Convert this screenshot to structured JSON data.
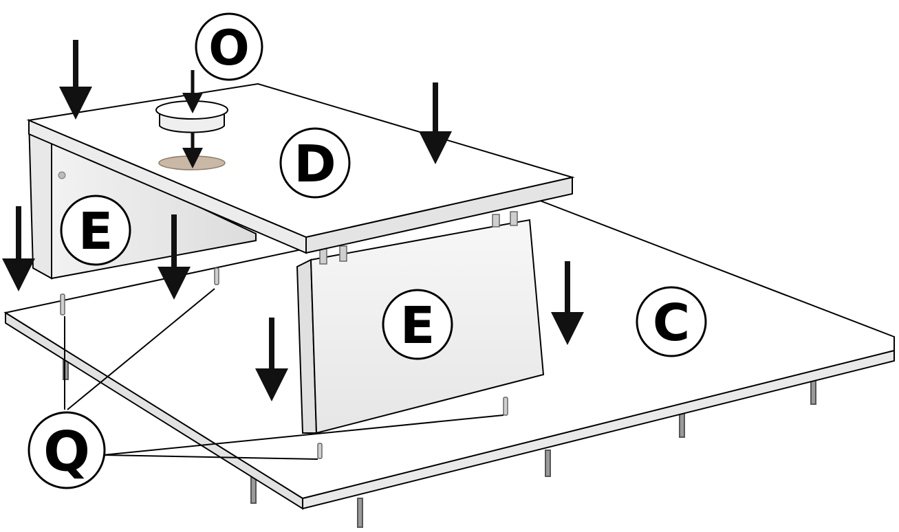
{
  "labels": {
    "O": "O",
    "D": "D",
    "E_left": "E",
    "E_front": "E",
    "C": "C",
    "Q": "Q"
  },
  "colors": {
    "panel": "#ffffff",
    "panel_edge": "#e4e4e4",
    "outline": "#000000",
    "arrow": "#111111",
    "shadow": "#cfcfcf",
    "feet": "#8a8a8a"
  }
}
